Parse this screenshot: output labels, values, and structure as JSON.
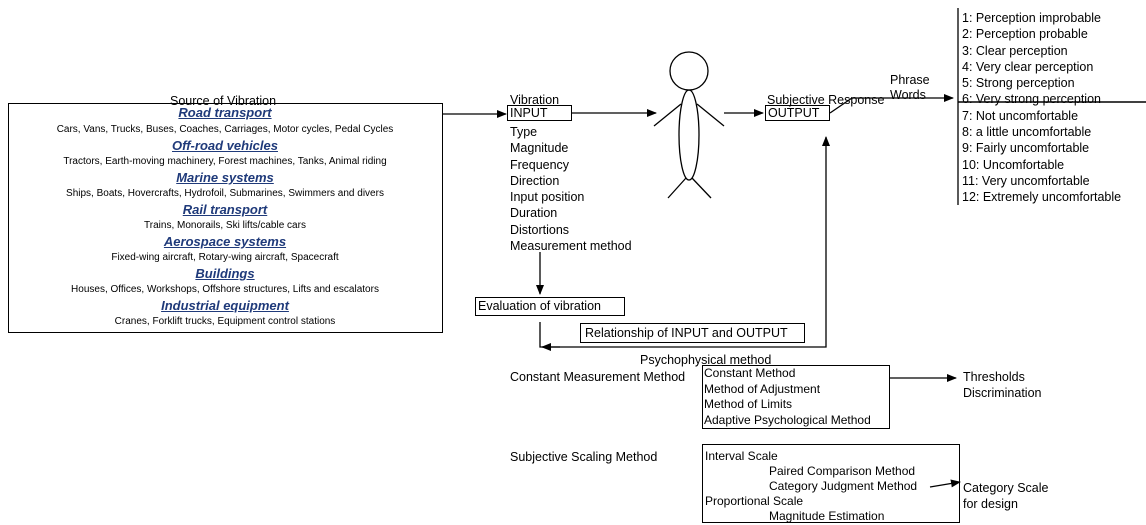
{
  "source": {
    "title": "Source of Vibration",
    "categories": [
      {
        "name": "Road transport",
        "items": "Cars, Vans, Trucks, Buses, Coaches, Carriages, Motor cycles, Pedal Cycles"
      },
      {
        "name": "Off-road vehicles",
        "items": "Tractors, Earth-moving machinery, Forest machines, Tanks, Animal riding"
      },
      {
        "name": "Marine systems",
        "items": "Ships, Boats, Hovercrafts, Hydrofoil, Submarines, Swimmers and divers"
      },
      {
        "name": "Rail transport",
        "items": "Trains, Monorails, Ski lifts/cable cars"
      },
      {
        "name": "Aerospace systems",
        "items": "Fixed-wing aircraft, Rotary-wing aircraft, Spacecraft"
      },
      {
        "name": "Buildings",
        "items": "Houses, Offices, Workshops, Offshore structures, Lifts and escalators"
      },
      {
        "name": "Industrial equipment",
        "items": "Cranes, Forklift trucks, Equipment control stations"
      }
    ]
  },
  "input": {
    "vibration_label": "Vibration",
    "box_label": "INPUT",
    "attributes": [
      "Type",
      "Magnitude",
      "Frequency",
      "Direction",
      "Input position",
      "Duration",
      "Distortions",
      "Measurement method"
    ]
  },
  "output": {
    "response_label": "Subjective Response",
    "box_label": "OUTPUT",
    "phrase_label_1": "Phrase",
    "phrase_label_2": "Words"
  },
  "scale_list": [
    "1: Perception improbable",
    "2: Perception probable",
    "3: Clear perception",
    "4: Very clear perception",
    "5: Strong perception",
    "6: Very strong perception",
    "7: Not uncomfortable",
    "8: a little uncomfortable",
    "9: Fairly uncomfortable",
    "10: Uncomfortable",
    "11: Very uncomfortable",
    "12: Extremely uncomfortable"
  ],
  "evaluation": {
    "box_label": "Evaluation of vibration",
    "relationship_label": "Relationship of INPUT and OUTPUT"
  },
  "psychophysical": {
    "title": "Psychophysical method",
    "constant_label": "Constant Measurement Method",
    "constant_methods": [
      "Constant Method",
      "Method of Adjustment",
      "Method of Limits",
      "Adaptive Psychological Method"
    ],
    "thresholds_1": "Thresholds",
    "thresholds_2": "Discrimination",
    "subjective_label": "Subjective Scaling Method",
    "interval_scale": "Interval Scale",
    "paired": "Paired Comparison Method",
    "category_judgment": "Category Judgment Method",
    "proportional": "Proportional Scale",
    "magnitude": "Magnitude Estimation",
    "category_scale_1": "Category Scale",
    "category_scale_2": "for design"
  }
}
